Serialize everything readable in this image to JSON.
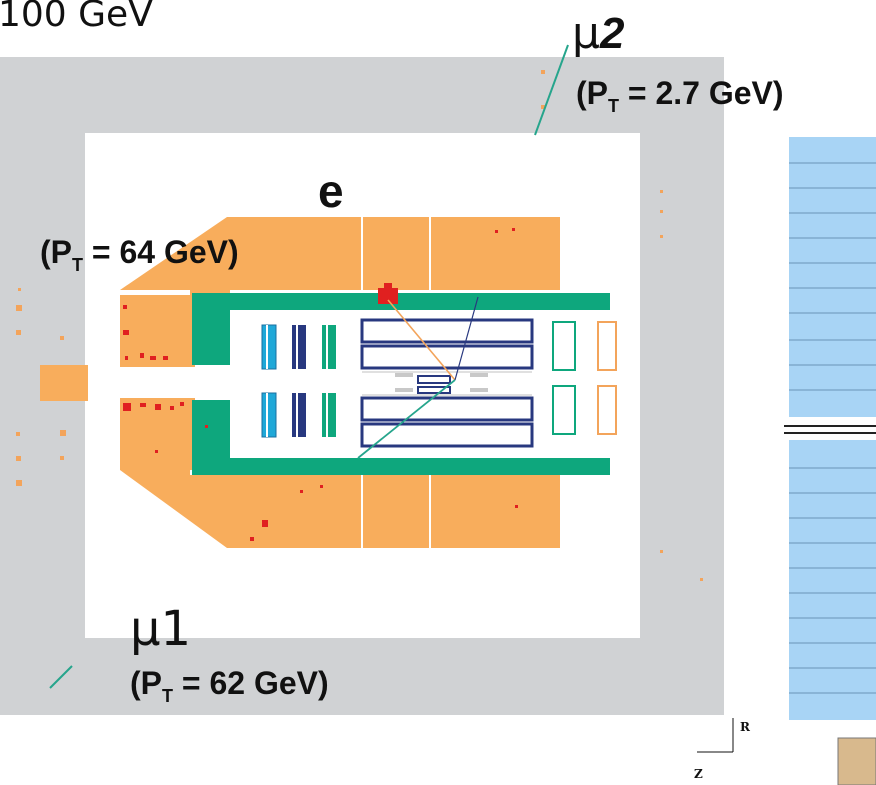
{
  "scale_label": "100 GeV",
  "electron": {
    "symbol": "e",
    "pt_label": "(P",
    "pt_sub": "T",
    "pt_value": " = 64 GeV)"
  },
  "muon1": {
    "symbol": "μ1",
    "pt_label": "(P",
    "pt_sub": "T",
    "pt_value": " = 62 GeV)"
  },
  "muon2": {
    "symbol": "μ",
    "symbol_num": "2",
    "pt_label": "(P",
    "pt_sub": "T",
    "pt_value": " = 2.7 GeV)"
  },
  "axes": {
    "r_label": "R",
    "z_label": "Z"
  },
  "colors": {
    "muon_system": "#d0d2d4",
    "calorimeter": "#f8ad5c",
    "solenoid": "#0ea77d",
    "energy_deposit": "#e02020",
    "silicon_blue": "#28387f",
    "tracker_light_blue": "#a8d4f5",
    "electron_track": "#f3a45b",
    "muon_track": "#26a58c"
  }
}
